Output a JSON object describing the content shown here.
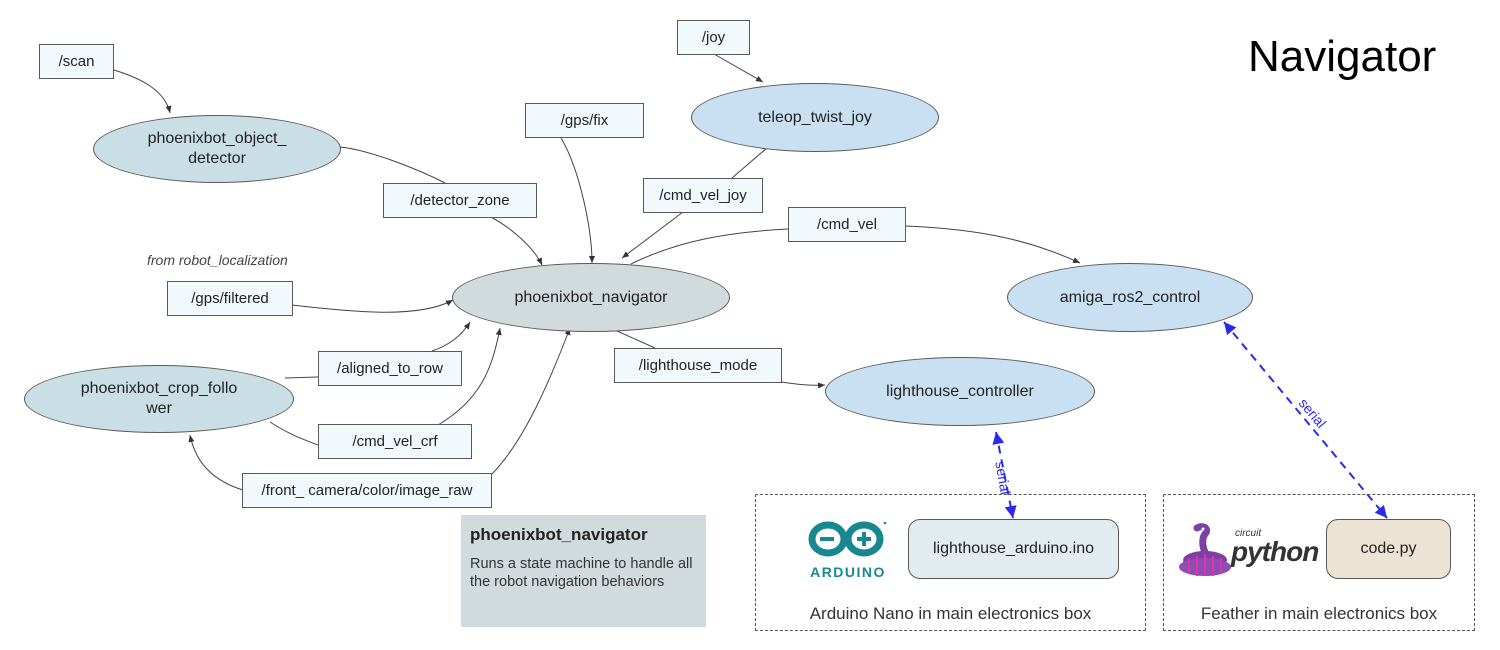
{
  "title": "Navigator",
  "annotation": "from robot_localization",
  "nodes": {
    "object_detector": {
      "line1": "phoenixbot_object_",
      "line2": "detector"
    },
    "teleop": "teleop_twist_joy",
    "navigator": "phoenixbot_navigator",
    "amiga": "amiga_ros2_control",
    "crop_follower": {
      "line1": "phoenixbot_crop_follo",
      "line2": "wer"
    },
    "lighthouse": "lighthouse_controller"
  },
  "topics": {
    "scan": "/scan",
    "joy": "/joy",
    "gps_fix": "/gps/fix",
    "detector_zone": "/detector_zone",
    "cmd_vel_joy": "/cmd_vel_joy",
    "cmd_vel": "/cmd_vel",
    "gps_filtered": "/gps/filtered",
    "aligned_to_row": "/aligned_to_row",
    "cmd_vel_crf": "/cmd_vel_crf",
    "front_camera": "/front_ camera/color/image_raw",
    "lighthouse_mode": "/lighthouse_mode"
  },
  "infobox": {
    "heading": "phoenixbot_navigator",
    "body": "Runs a state machine to handle all the robot navigation behaviors"
  },
  "hardware": {
    "arduino": {
      "caption": "Arduino Nano in main electronics box",
      "file": "lighthouse_arduino.ino",
      "logo_text": "ARDUINO"
    },
    "feather": {
      "caption": "Feather in main electronics box",
      "file": "code.py",
      "logo_small": "circuit",
      "logo_big": "python"
    }
  },
  "links": {
    "serial_label": "serial"
  },
  "colors": {
    "topic_fill": "#f1f9fc",
    "node_teal": "#c9dfe5",
    "node_blue": "#c8e0f2",
    "node_grey": "#d1dadd",
    "serial": "#2a2aee",
    "arduino": "#17888f",
    "file_arduino": "#e2ecf0",
    "file_python": "#ede3d4"
  }
}
